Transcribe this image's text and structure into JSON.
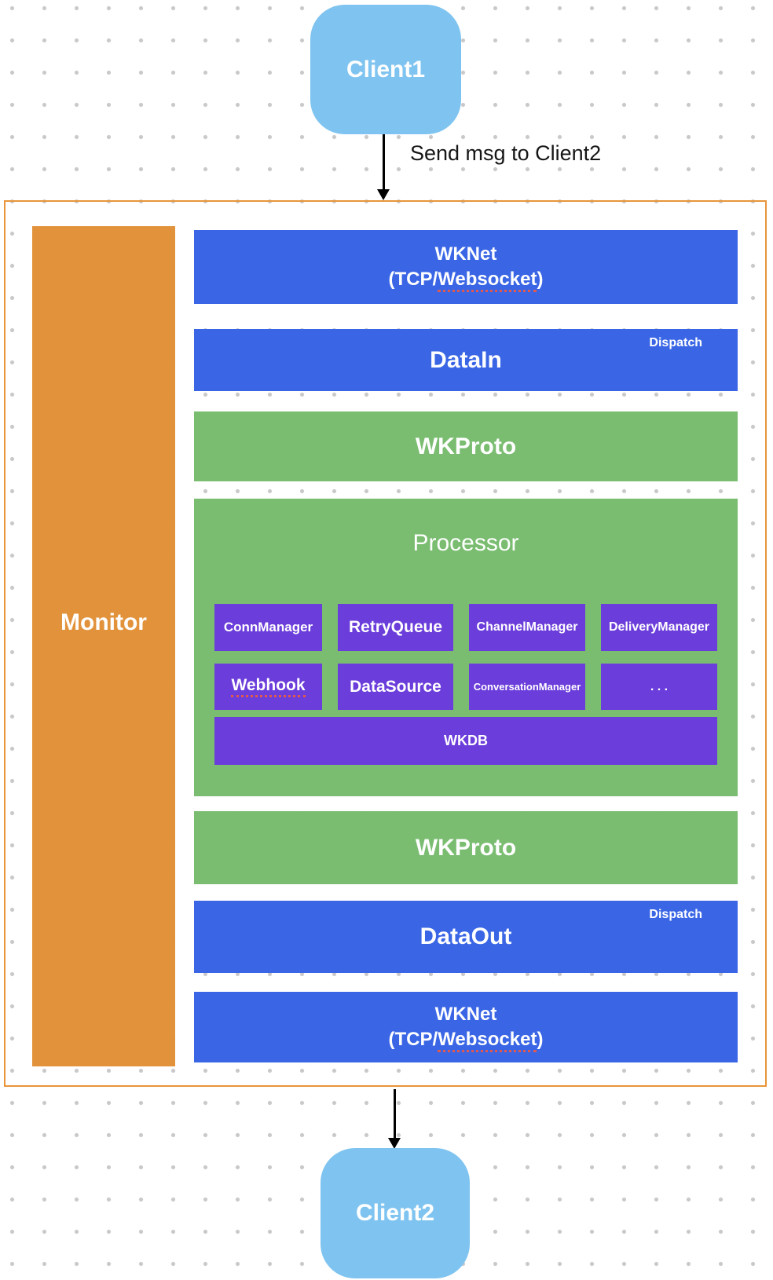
{
  "diagram": {
    "client1": "Client1",
    "client2": "Client2",
    "flow_label": "Send msg to Client2",
    "monitor": "Monitor",
    "layers": {
      "wknet_top": {
        "title": "WKNet",
        "sub_prefix": "(TCP/",
        "sub_word": "Websocket",
        "sub_suffix": ")"
      },
      "data_in": {
        "title": "DataIn",
        "badge": "Dispatch"
      },
      "wkproto_top": {
        "title": "WKProto"
      },
      "processor": {
        "title": "Processor",
        "modules": [
          "ConnManager",
          "RetryQueue",
          "ChannelManager",
          "DeliveryManager",
          "Webhook",
          "DataSource",
          "ConversationManager",
          ". . ."
        ],
        "db": "WKDB"
      },
      "wkproto_bottom": {
        "title": "WKProto"
      },
      "data_out": {
        "title": "DataOut",
        "badge": "Dispatch"
      },
      "wknet_bottom": {
        "title": "WKNet",
        "sub_prefix": "(TCP/",
        "sub_word": "Websocket",
        "sub_suffix": ")"
      }
    },
    "colors": {
      "layer_blue": "#3A66E6",
      "layer_green": "#7ABD71",
      "module_purple": "#6B3DDA",
      "monitor_orange": "#E2923B",
      "container_border_orange": "#E89539",
      "client_blue": "#7FC4F0",
      "spellcheck_red": "#E0584E",
      "arrow_black": "#000000"
    }
  }
}
